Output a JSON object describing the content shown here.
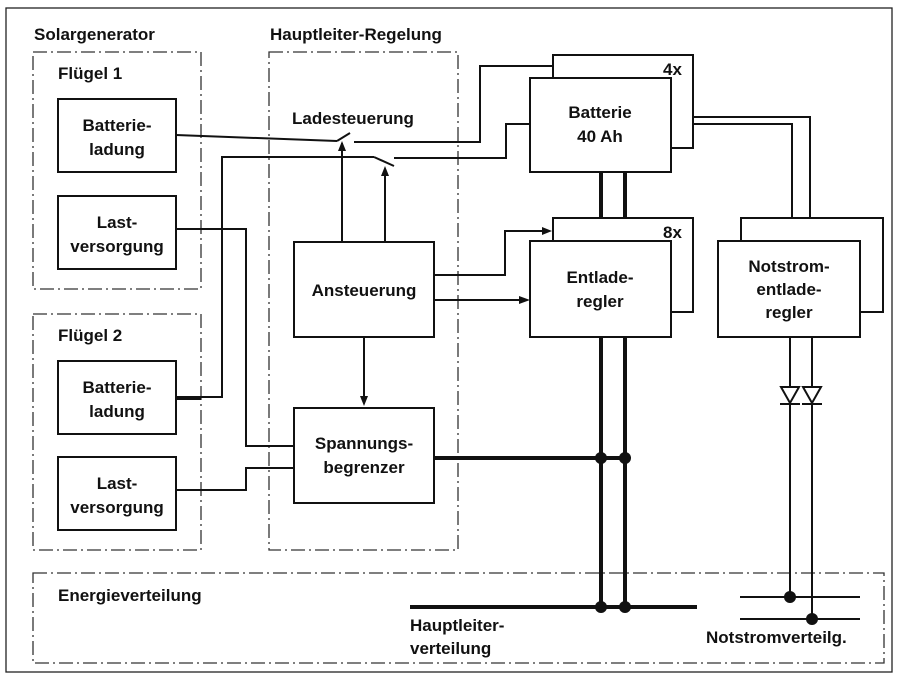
{
  "sections": {
    "solar": "Solargenerator",
    "main_control": "Hauptleiter-Regelung",
    "wing1": "Flügel 1",
    "wing2": "Flügel 2",
    "distribution": "Energieverteilung"
  },
  "blocks": {
    "w1_charge": [
      "Batterie-",
      "ladung"
    ],
    "w1_load": [
      "Last-",
      "versorgung"
    ],
    "w2_charge": [
      "Batterie-",
      "ladung"
    ],
    "w2_load": [
      "Last-",
      "versorgung"
    ],
    "control": "Ansteuerung",
    "limiter": [
      "Spannungs-",
      "begrenzer"
    ],
    "battery": [
      "Batterie",
      "40 Ah"
    ],
    "discharge": [
      "Entlade-",
      "regler"
    ],
    "emergency": [
      "Notstrom-",
      "entlade-",
      "regler"
    ]
  },
  "labels": {
    "charge_control": "Ladesteuerung",
    "battery_count": "4x",
    "discharge_count": "8x",
    "main_bus": [
      "Hauptleiter-",
      "verteilung"
    ],
    "emergency_bus": "Notstromverteilg."
  }
}
